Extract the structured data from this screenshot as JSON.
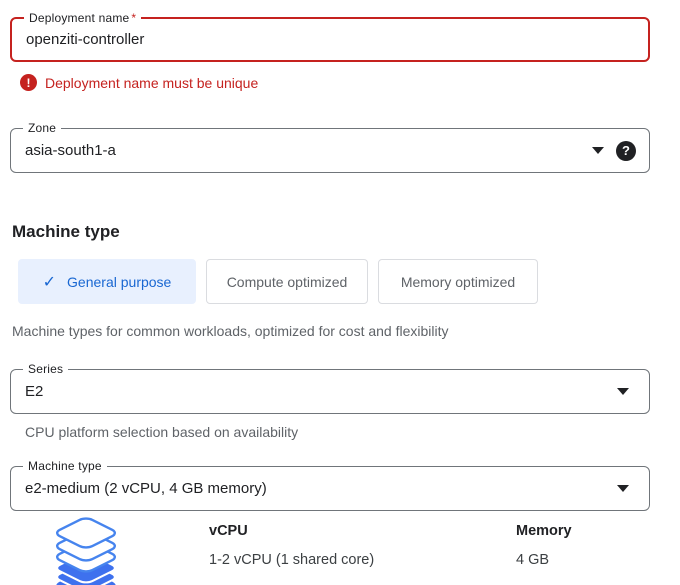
{
  "deployment_field": {
    "label": "Deployment name",
    "required_marker": "*",
    "value": "openziti-controller",
    "error_message": "Deployment name must be unique"
  },
  "zone_field": {
    "label": "Zone",
    "value": "asia-south1-a"
  },
  "machine_type_section": {
    "heading": "Machine type",
    "tabs": [
      {
        "label": "General purpose",
        "selected": true
      },
      {
        "label": "Compute optimized",
        "selected": false
      },
      {
        "label": "Memory optimized",
        "selected": false
      }
    ],
    "description": "Machine types for common workloads, optimized for cost and flexibility",
    "series_field": {
      "label": "Series",
      "value": "E2",
      "helper": "CPU platform selection based on availability"
    },
    "machine_type_field": {
      "label": "Machine type",
      "value": "e2-medium (2 vCPU, 4 GB memory)"
    },
    "selected_machine_specs": {
      "vcpu_label": "vCPU",
      "vcpu_value": "1-2 vCPU (1 shared core)",
      "memory_label": "Memory",
      "memory_value": "4 GB"
    }
  },
  "icons": {
    "check": "✓",
    "help": "?",
    "error": "!"
  },
  "colors": {
    "error_red": "#c5221f",
    "selected_tab_bg": "#e8f0fe",
    "selected_tab_text": "#1967d2",
    "series_icon_blue": "#3e71ee",
    "series_icon_stroke": "#4684ee"
  }
}
